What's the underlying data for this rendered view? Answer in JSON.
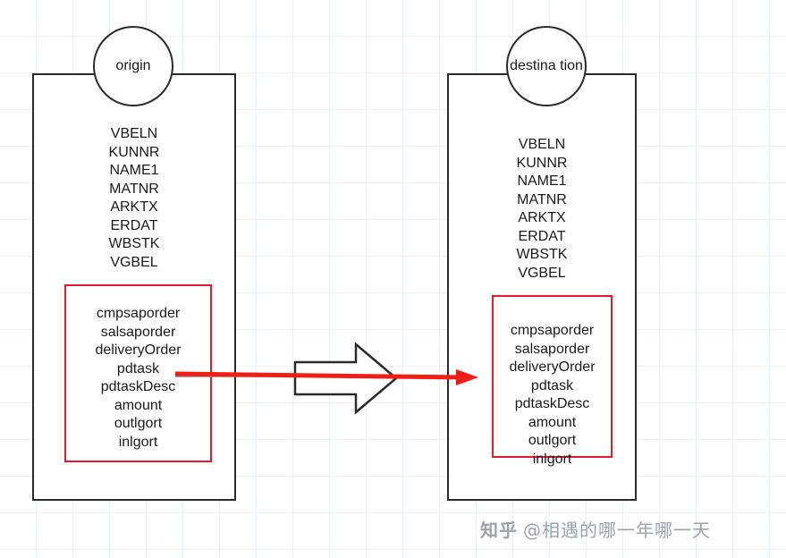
{
  "diagram": {
    "type": "mapping-diagram",
    "background_grid_color": "#e9f0f7",
    "accent_red": "#e8192c",
    "stroke_color": "#2b2b2b",
    "origin": {
      "circle_label": "origin",
      "fields": "VBELN\nKUNNR\nNAME1\nMATNR\nARKTX\nERDAT\nWBSTK\nVGBEL",
      "highlight_fields": "cmpsaporder\nsalsaporder\ndeliveryOrder\npdtask\npdtaskDesc\namount\noutlgort\ninlgort"
    },
    "destination": {
      "circle_label": "destina\ntion",
      "fields": "VBELN\nKUNNR\nNAME1\nMATNR\nARKTX\nERDAT\nWBSTK\nVGBEL",
      "highlight_fields": "cmpsaporder\nsalsaporder\ndeliveryOrder\npdtask\npdtaskDesc\namount\noutlgort\ninlgort"
    },
    "connector": {
      "style": "red-arrow",
      "color": "#f01e14",
      "direction": "left-to-right"
    },
    "block_arrow": {
      "style": "outline-block-arrow",
      "direction": "right"
    }
  },
  "watermark": {
    "logo": "知乎",
    "text": "@相遇的哪一年哪一天"
  }
}
